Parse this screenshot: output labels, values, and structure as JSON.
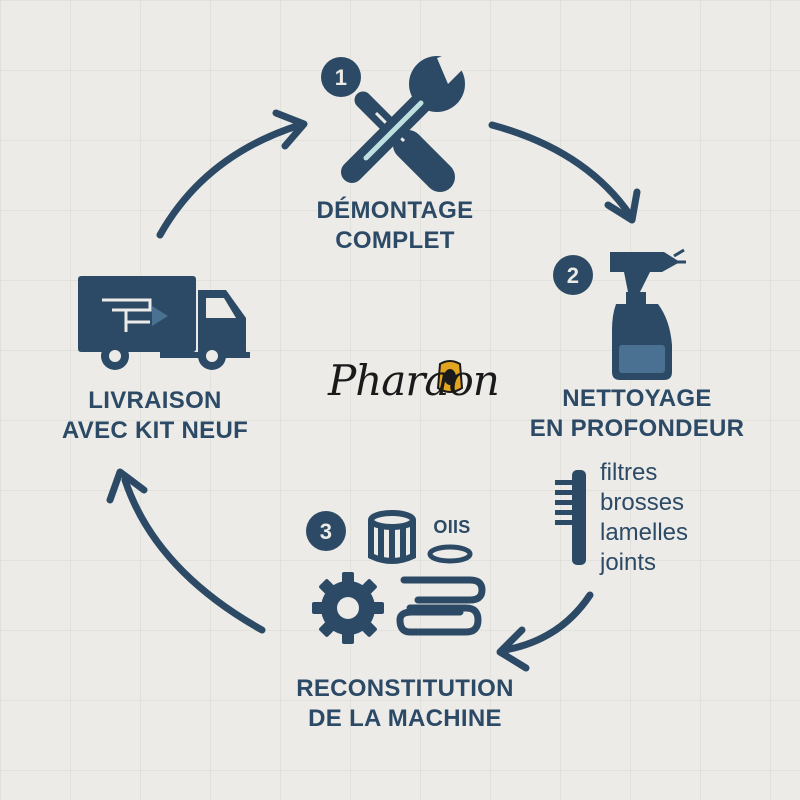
{
  "brand": {
    "logo_text": "Pharaon"
  },
  "steps": {
    "s1": {
      "number": "1",
      "line1": "DÉMONTAGE",
      "line2": "COMPLET"
    },
    "s2": {
      "number": "2",
      "line1": "NETTOYAGE",
      "line2": "EN PROFONDEUR"
    },
    "s3": {
      "number": "3",
      "line1": "RECONSTITUTION",
      "line2": "DE LA MACHINE",
      "parts_text": "OIIS"
    },
    "s4": {
      "line1": "LIVRAISON",
      "line2": "AVEC KIT NEUF"
    }
  },
  "cleaned_parts": [
    "filtres",
    "brosses",
    "lamelles",
    "joints"
  ],
  "colors": {
    "primary": "#2c4a66",
    "accent": "#bfe0e0",
    "background": "#ecebe7"
  },
  "icons": [
    "wrench-screwdriver-icon",
    "spray-bottle-icon",
    "comb-icon",
    "gear-icon",
    "filter-cartridge-icon",
    "gasket-icon",
    "delivery-truck-icon",
    "pharaoh-mask-icon"
  ]
}
